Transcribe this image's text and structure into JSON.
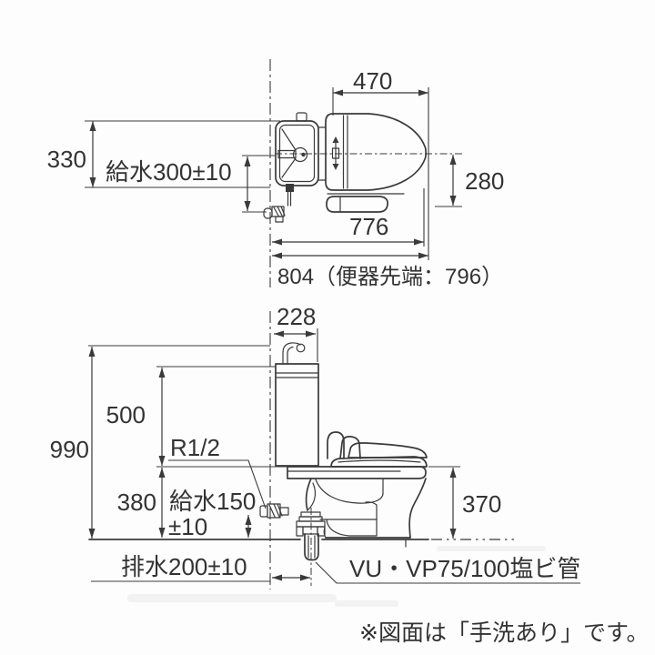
{
  "drawing": {
    "type": "toilet-installation-dimension-diagram",
    "colors": {
      "line": "#3a3a3a",
      "background": "#fdfdfd",
      "text": "#333333"
    },
    "top_view": {
      "dim_seat_length": "470",
      "dim_tank_width": "330",
      "dim_supply_offset": "給水300±10",
      "dim_bowl_half_width": "280",
      "dim_length_776": "776",
      "dim_total_length": "804（便器先端：796）"
    },
    "side_view": {
      "dim_tank_depth": "228",
      "dim_total_height": "990",
      "dim_tank_height": "500",
      "dim_seat_height": "380",
      "supply_thread": "R1/2",
      "dim_supply_height_line1": "給水150",
      "dim_supply_height_line2": "±10",
      "dim_bowl_height": "370",
      "dim_drain_offset": "排水200±10",
      "drain_pipe_label": "VU・VP75/100塩ビ管"
    },
    "note": "※図面は「手洗あり」です。"
  }
}
